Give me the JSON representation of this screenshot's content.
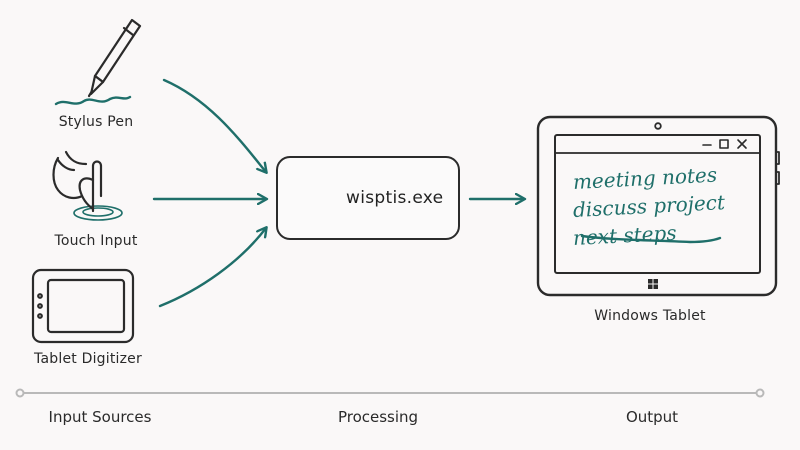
{
  "colors": {
    "ink": "#2b2b2b",
    "accent": "#1f6f6a",
    "background": "#faf8f8",
    "timeline": "#b9b9b9"
  },
  "inputs": [
    {
      "label": "Stylus Pen",
      "icon": "stylus-pen-icon"
    },
    {
      "label": "Touch Input",
      "icon": "touch-hand-icon"
    },
    {
      "label": "Tablet Digitizer",
      "icon": "tablet-digitizer-icon"
    }
  ],
  "process": {
    "label": "wisptis.exe",
    "icon": "gear-icon"
  },
  "output": {
    "label": "Windows Tablet",
    "icon": "windows-logo-icon",
    "notes": [
      "meeting notes",
      "discuss project",
      "next steps"
    ]
  },
  "stages": [
    "Input Sources",
    "Processing",
    "Output"
  ]
}
